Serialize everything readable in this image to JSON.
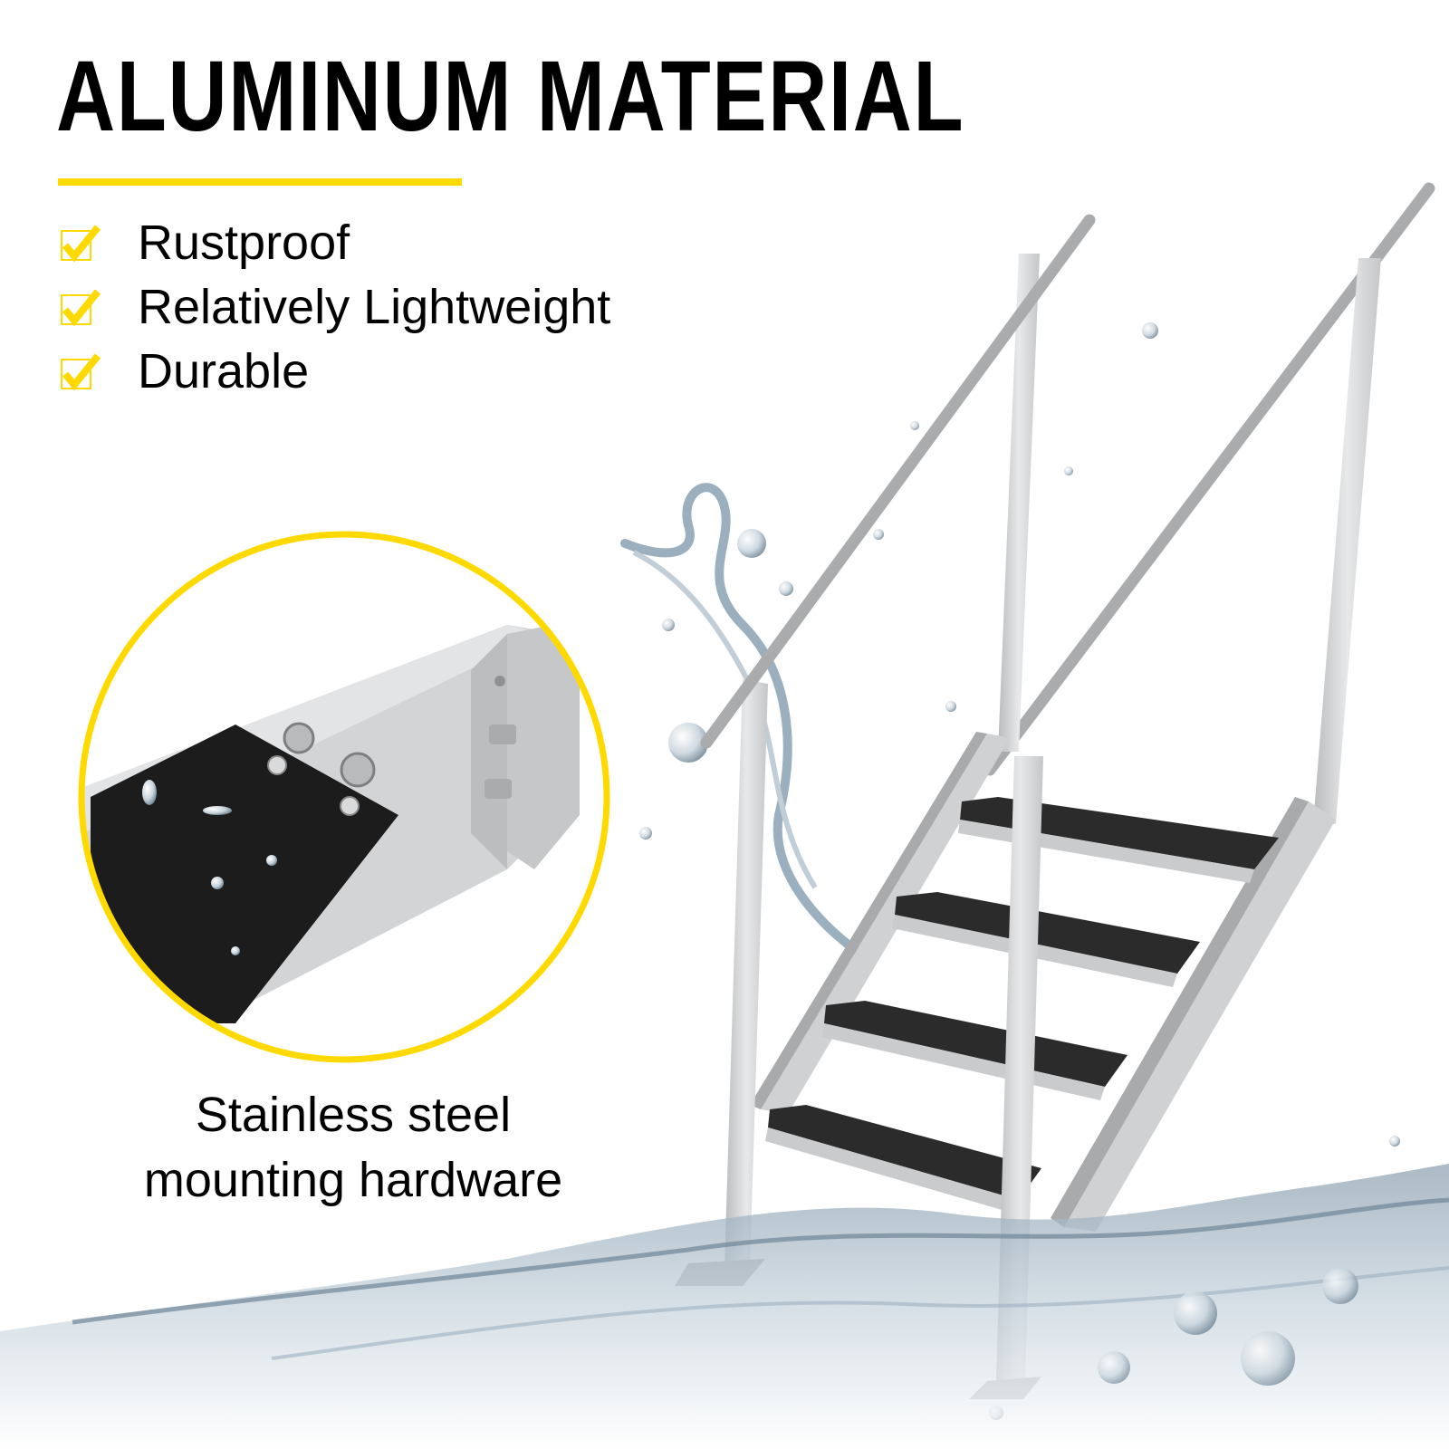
{
  "header": {
    "title": "ALUMINUM MATERIAL",
    "accent_color": "#ffd900"
  },
  "features": [
    {
      "icon": "checkbox-check-icon",
      "label": "Rustproof"
    },
    {
      "icon": "checkbox-check-icon",
      "label": "Relatively Lightweight"
    },
    {
      "icon": "checkbox-check-icon",
      "label": "Durable"
    }
  ],
  "inset": {
    "caption_line1": "Stainless steel",
    "caption_line2": "mounting hardware",
    "border_color": "#ffd900"
  },
  "product": {
    "name": "dock-stairs-illustration",
    "step_count": 4,
    "tread_color": "#2b2b2b",
    "frame_color": "#d4d6d8"
  }
}
